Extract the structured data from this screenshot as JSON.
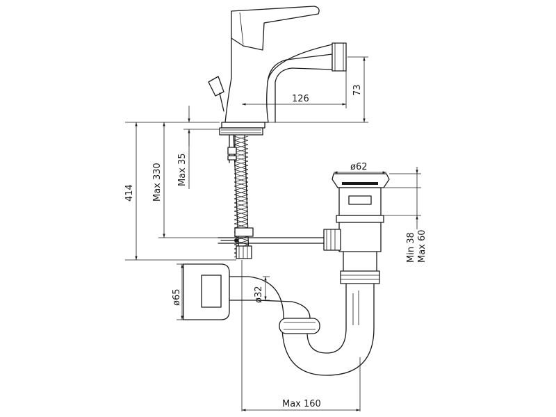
{
  "dimensions": {
    "spout_reach": "126",
    "spout_height": "73",
    "total_height": "414",
    "max_rod_length": "Max 330",
    "max_deck_thickness": "Max 35",
    "waste_flange_diameter": "ø62",
    "waste_min": "Min 38",
    "waste_max": "Max 60",
    "wall_flange_diameter": "ø65",
    "trap_pipe_diameter": "ø32",
    "trap_projection": "Max 160"
  }
}
